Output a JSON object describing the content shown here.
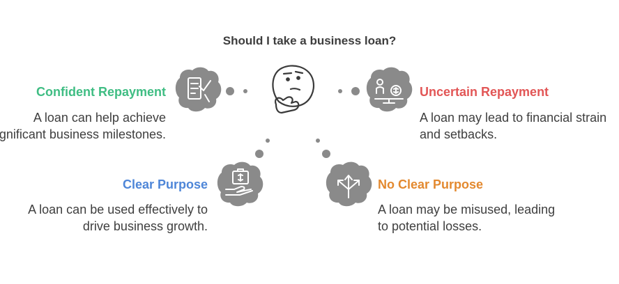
{
  "title": "Should I take a business loan?",
  "colors": {
    "confident": "#3fbd83",
    "uncertain": "#e25656",
    "clear": "#4e86d8",
    "no_clear": "#e3892f",
    "icon_bg": "#8a8a8a",
    "text": "#3e3e3e"
  },
  "options": {
    "confident_repayment": {
      "heading": "Confident Repayment",
      "description": "A loan can help achieve significant business milestones.",
      "icon": "checklist-icon"
    },
    "uncertain_repayment": {
      "heading": "Uncertain Repayment",
      "description": "A loan may lead to financial strain and setbacks.",
      "icon": "balance-scale-icon"
    },
    "clear_purpose": {
      "heading": "Clear Purpose",
      "description": "A loan can be used effectively to drive business growth.",
      "icon": "money-hand-icon"
    },
    "no_clear_purpose": {
      "heading": "No Clear Purpose",
      "description": "A loan may be misused, leading to potential losses.",
      "icon": "diverging-arrows-icon"
    }
  },
  "center_icon": "thinking-face-icon"
}
